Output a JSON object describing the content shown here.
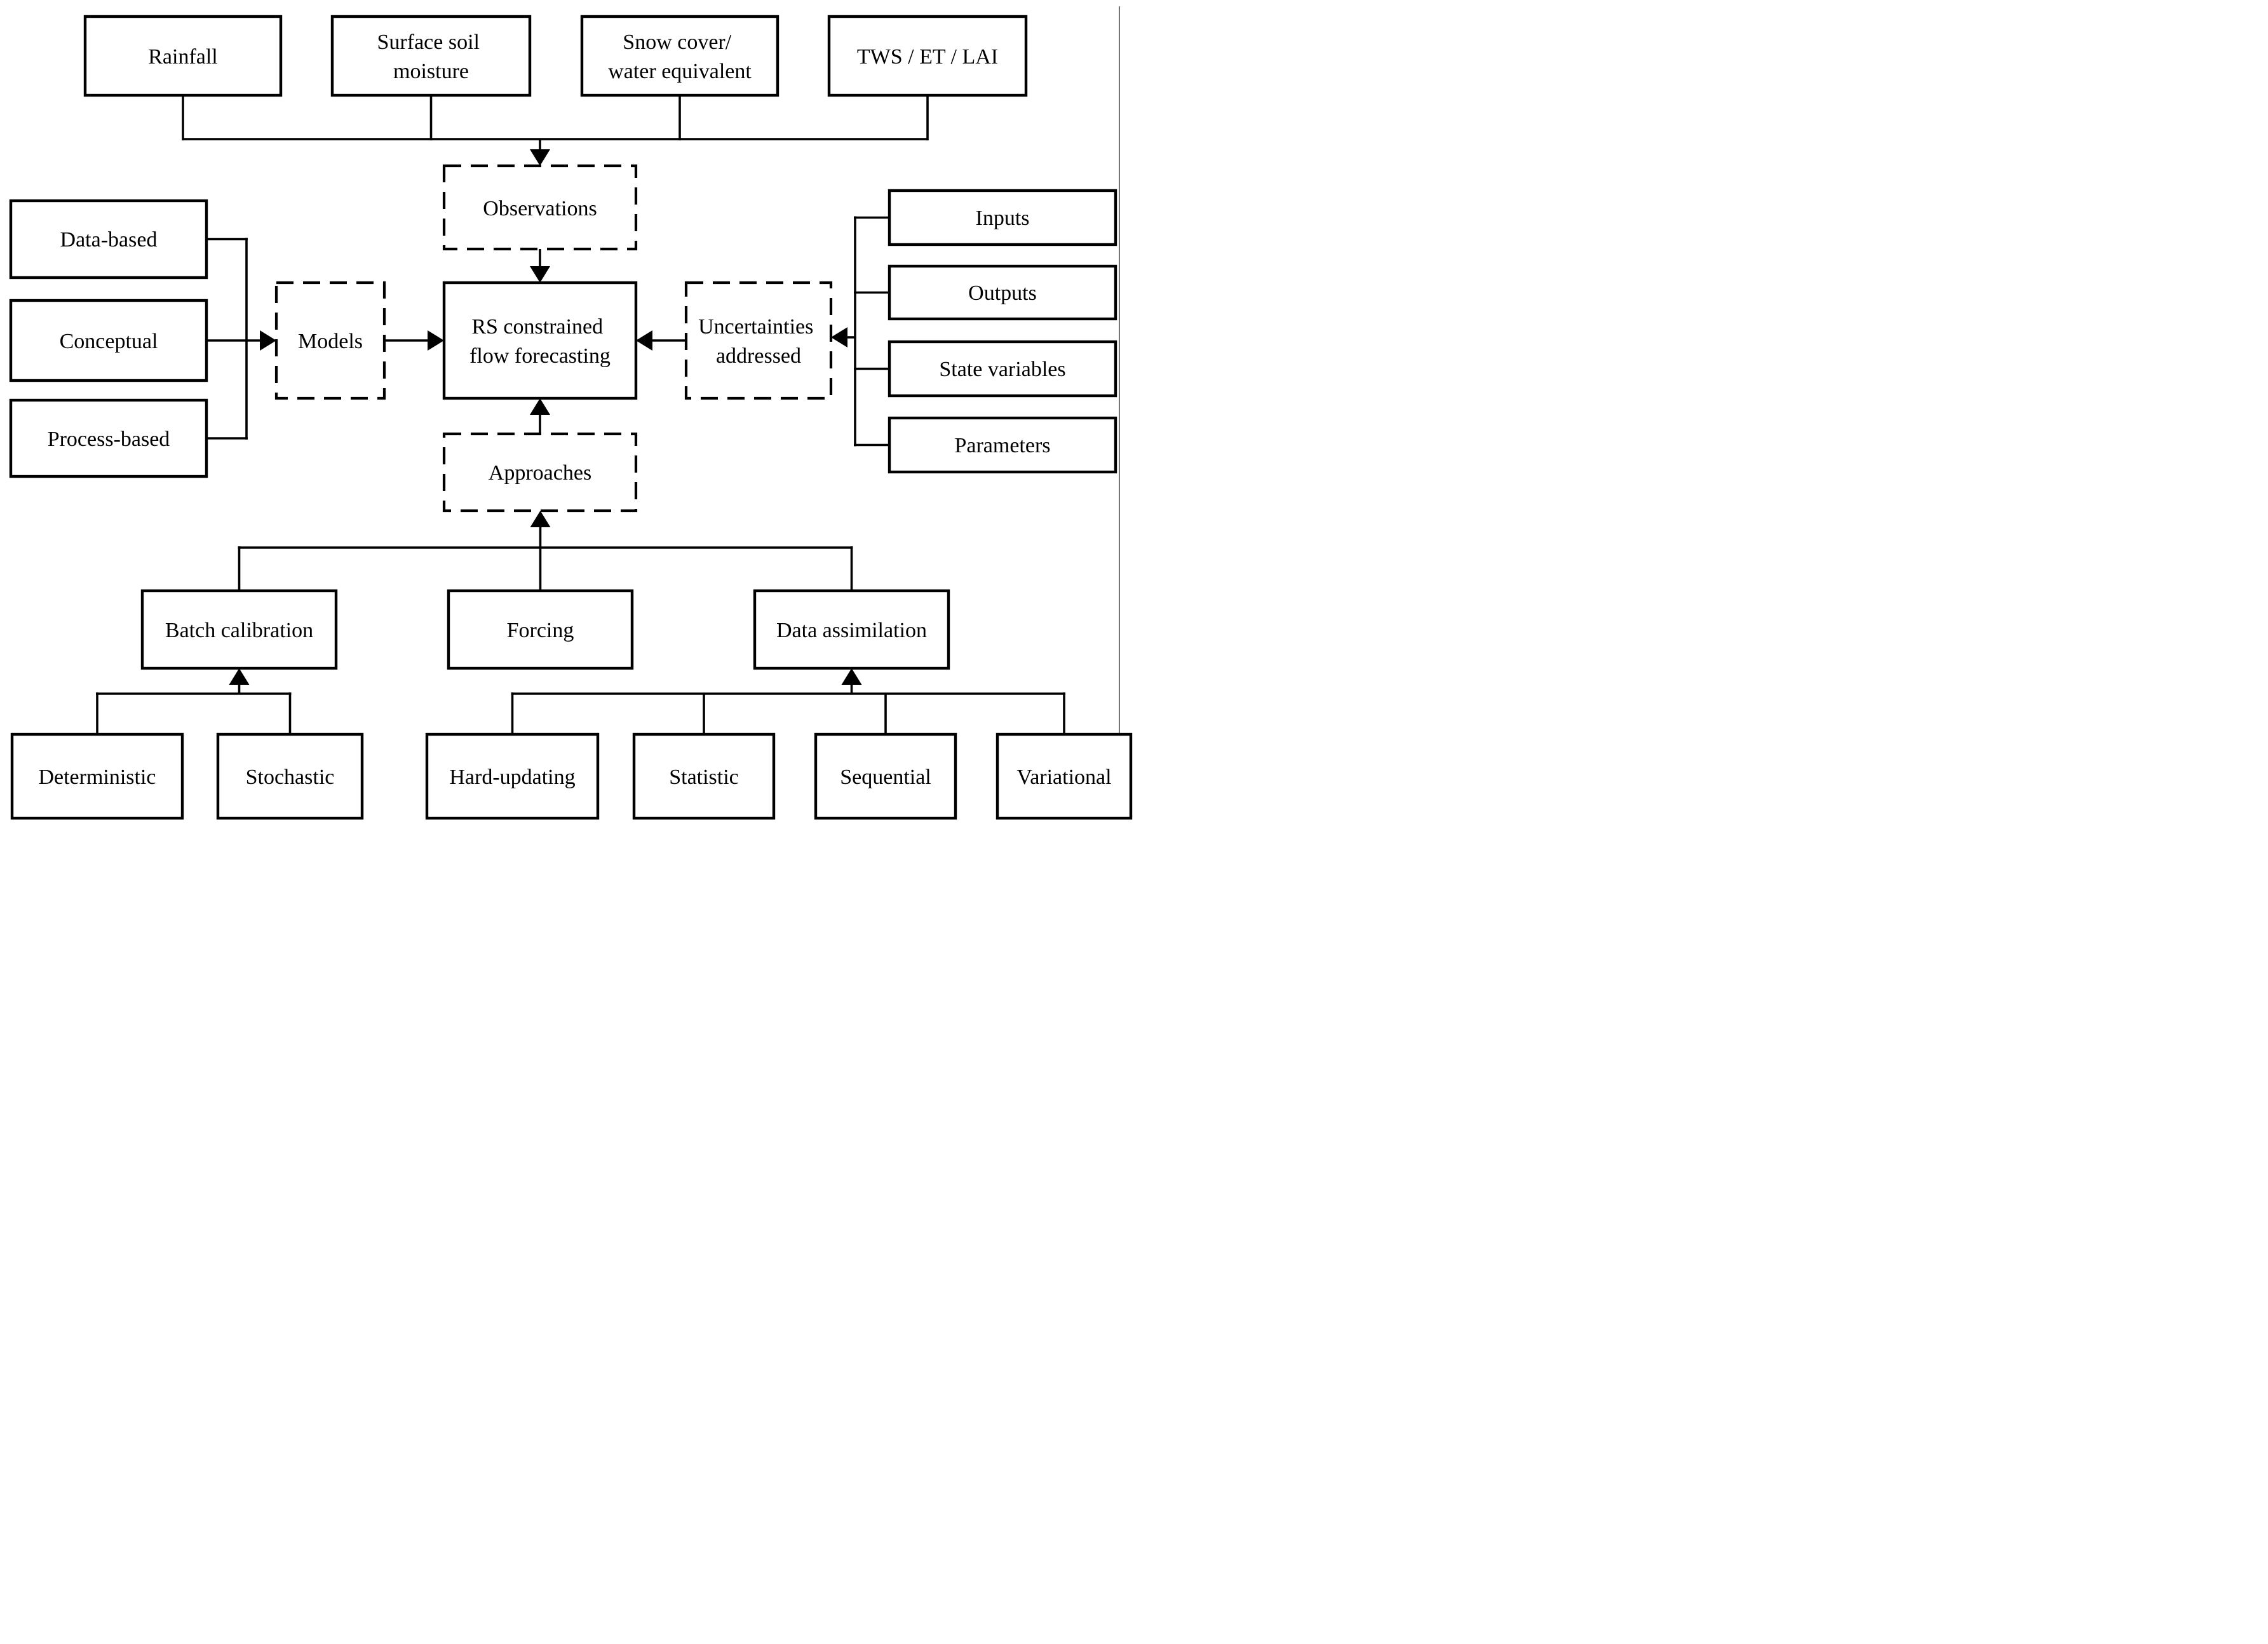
{
  "diagram": {
    "description": "Flowchart of remote-sensing constrained flow forecasting",
    "colors": {
      "background": "#ffffff",
      "stroke": "#000000",
      "text": "#000000",
      "frame_rule": "#3a3a3a"
    },
    "nodes": {
      "rainfall": {
        "label": "Rainfall",
        "border": "solid"
      },
      "surface_soil_moisture": {
        "lines": [
          "Surface soil",
          "moisture"
        ],
        "border": "solid"
      },
      "snow_cover_water_equivalent": {
        "lines": [
          "Snow cover/",
          "water equivalent"
        ],
        "border": "solid"
      },
      "tws_et_lai": {
        "label": "TWS / ET / LAI",
        "border": "solid"
      },
      "observations": {
        "label": "Observations",
        "border": "dashed"
      },
      "data_based": {
        "label": "Data-based",
        "border": "solid"
      },
      "conceptual": {
        "label": "Conceptual",
        "border": "solid"
      },
      "process_based": {
        "label": "Process-based",
        "border": "solid"
      },
      "models": {
        "label": "Models",
        "border": "dashed"
      },
      "rs_constrained_flow_forecasting": {
        "lines": [
          "RS constrained",
          "flow forecasting"
        ],
        "border": "solid"
      },
      "uncertainties_addressed": {
        "lines": [
          "Uncertainties",
          "addressed"
        ],
        "border": "dashed"
      },
      "inputs": {
        "label": "Inputs",
        "border": "solid"
      },
      "outputs": {
        "label": "Outputs",
        "border": "solid"
      },
      "state_variables": {
        "label": "State variables",
        "border": "solid"
      },
      "parameters": {
        "label": "Parameters",
        "border": "solid"
      },
      "approaches": {
        "label": "Approaches",
        "border": "dashed"
      },
      "batch_calibration": {
        "label": "Batch calibration",
        "border": "solid"
      },
      "forcing": {
        "label": "Forcing",
        "border": "solid"
      },
      "data_assimilation": {
        "label": "Data assimilation",
        "border": "solid"
      },
      "deterministic": {
        "label": "Deterministic",
        "border": "solid"
      },
      "stochastic": {
        "label": "Stochastic",
        "border": "solid"
      },
      "hard_updating": {
        "label": "Hard-updating",
        "border": "solid"
      },
      "statistic": {
        "label": "Statistic",
        "border": "solid"
      },
      "sequential": {
        "label": "Sequential",
        "border": "solid"
      },
      "variational": {
        "label": "Variational",
        "border": "solid"
      }
    },
    "edges": [
      {
        "from": "rainfall",
        "to": "observations"
      },
      {
        "from": "surface_soil_moisture",
        "to": "observations"
      },
      {
        "from": "snow_cover_water_equivalent",
        "to": "observations"
      },
      {
        "from": "tws_et_lai",
        "to": "observations"
      },
      {
        "from": "observations",
        "to": "rs_constrained_flow_forecasting"
      },
      {
        "from": "data_based",
        "to": "models"
      },
      {
        "from": "conceptual",
        "to": "models"
      },
      {
        "from": "process_based",
        "to": "models"
      },
      {
        "from": "models",
        "to": "rs_constrained_flow_forecasting"
      },
      {
        "from": "inputs",
        "to": "uncertainties_addressed"
      },
      {
        "from": "outputs",
        "to": "uncertainties_addressed"
      },
      {
        "from": "state_variables",
        "to": "uncertainties_addressed"
      },
      {
        "from": "parameters",
        "to": "uncertainties_addressed"
      },
      {
        "from": "uncertainties_addressed",
        "to": "rs_constrained_flow_forecasting"
      },
      {
        "from": "approaches",
        "to": "rs_constrained_flow_forecasting"
      },
      {
        "from": "batch_calibration",
        "to": "approaches"
      },
      {
        "from": "forcing",
        "to": "approaches"
      },
      {
        "from": "data_assimilation",
        "to": "approaches"
      },
      {
        "from": "deterministic",
        "to": "batch_calibration"
      },
      {
        "from": "stochastic",
        "to": "batch_calibration"
      },
      {
        "from": "hard_updating",
        "to": "data_assimilation"
      },
      {
        "from": "statistic",
        "to": "data_assimilation"
      },
      {
        "from": "sequential",
        "to": "data_assimilation"
      },
      {
        "from": "variational",
        "to": "data_assimilation"
      }
    ]
  }
}
